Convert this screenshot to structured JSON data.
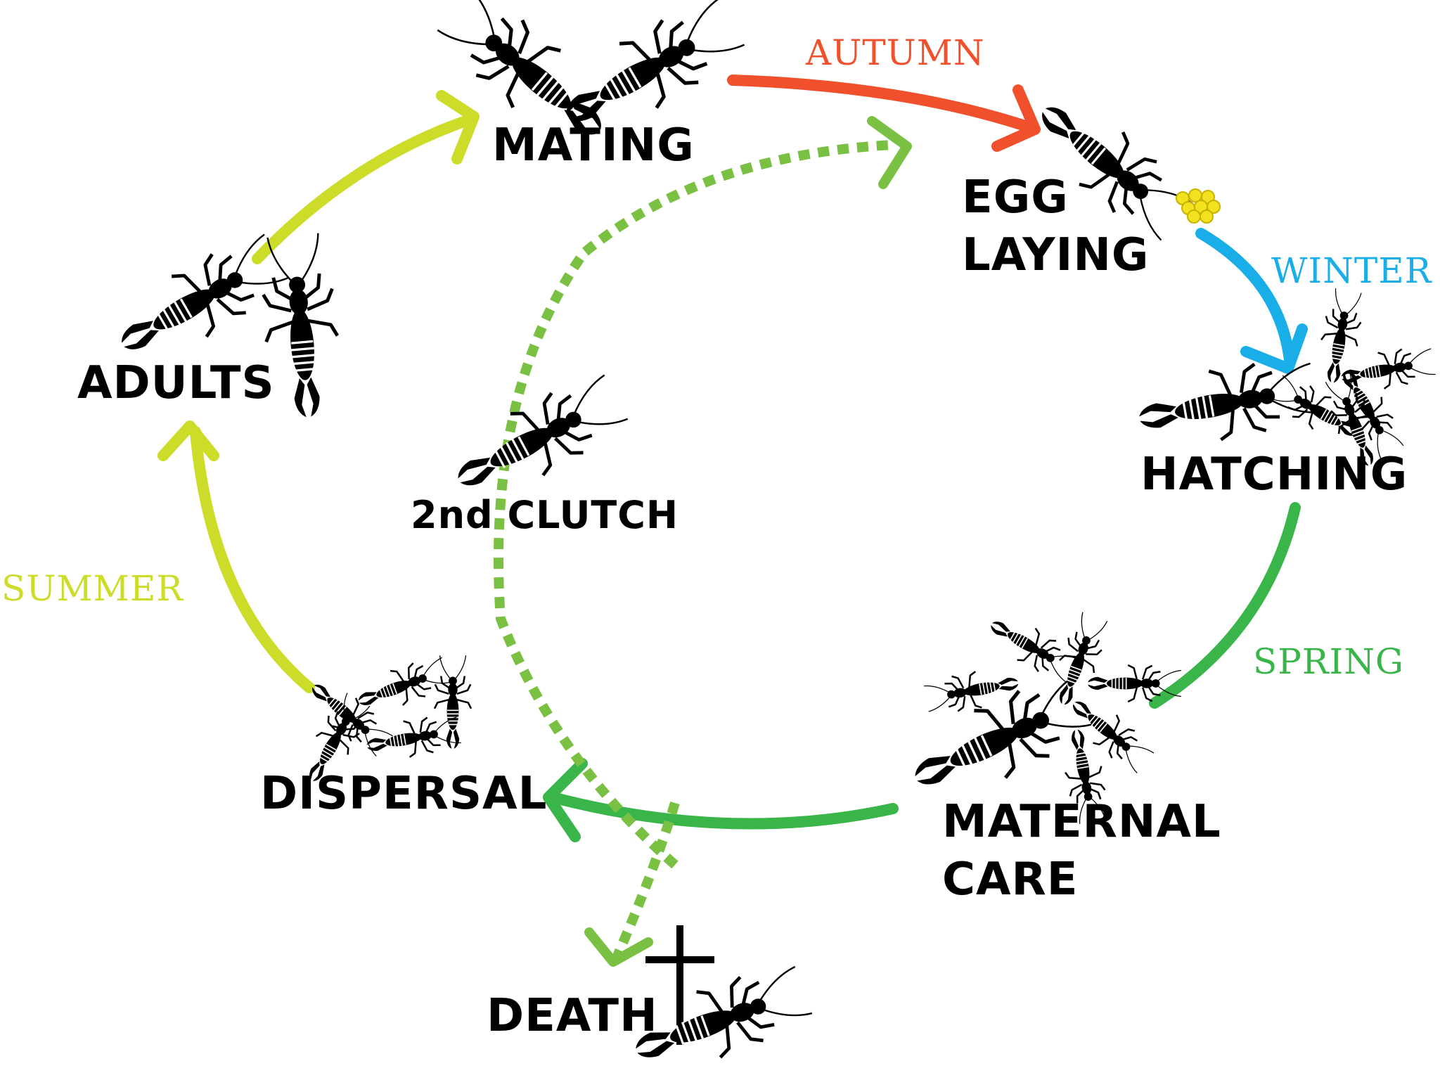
{
  "stages": {
    "mating": "MATING",
    "egg_laying": [
      "EGG",
      "LAYING"
    ],
    "hatching": "HATCHING",
    "maternal_care": [
      "MATERNAL",
      "CARE"
    ],
    "dispersal": "DISPERSAL",
    "adults": "ADULTS",
    "second_clutch": "2nd CLUTCH",
    "death": "DEATH"
  },
  "seasons": {
    "autumn": "AUTUMN",
    "winter": "WINTER",
    "spring": "SPRING",
    "summer": "SUMMER"
  },
  "colors": {
    "autumn": "#f0502c",
    "winter": "#1aaee8",
    "spring": "#3ab54a",
    "summer": "#ccdc28",
    "dashed": "#7ac043",
    "eggs": "#f2e11e",
    "ink": "#000000"
  }
}
